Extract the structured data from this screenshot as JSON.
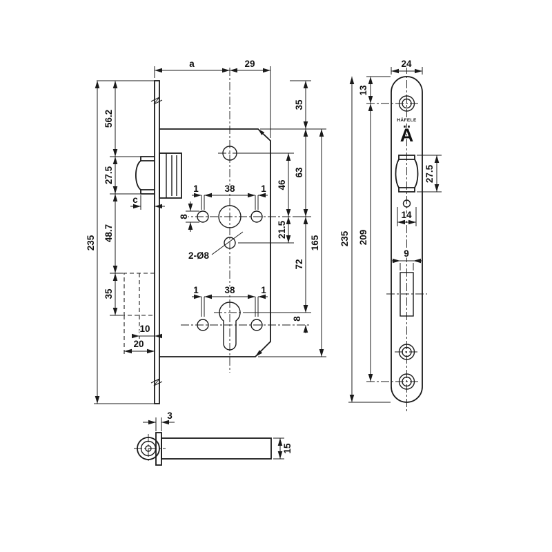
{
  "title": "Mortise lock dimensional drawing",
  "colors": {
    "line": "#1a1a1a",
    "background": "#ffffff"
  },
  "brand": {
    "name": "HÄFELE",
    "mark": "Ä"
  },
  "side_view": {
    "dim_a": "a",
    "dim_29": "29",
    "dim_235": "235",
    "dim_56_2": "56.2",
    "dim_27_5": "27.5",
    "dim_48_7": "48.7",
    "dim_35_left": "35",
    "dim_c": "c",
    "dim_10": "10",
    "dim_20": "20",
    "dim_8_hole": "8",
    "dim_1_top_left": "1",
    "dim_38_top": "38",
    "dim_1_top_right": "1",
    "dim_1_bottom_left": "1",
    "dim_38_bottom": "38",
    "dim_1_bottom_right": "1",
    "callout_holes": "2-Ø8",
    "dim_35_top": "35",
    "dim_63": "63",
    "dim_46": "46",
    "dim_21_5": "21.5",
    "dim_72": "72",
    "dim_8_centers": "8",
    "dim_165": "165"
  },
  "front_view": {
    "dim_24": "24",
    "dim_13": "13",
    "dim_235": "235",
    "dim_209": "209",
    "dim_27_5": "27.5",
    "dim_14": "14",
    "dim_9": "9"
  },
  "bottom_view": {
    "dim_3": "3",
    "dim_15": "15"
  }
}
